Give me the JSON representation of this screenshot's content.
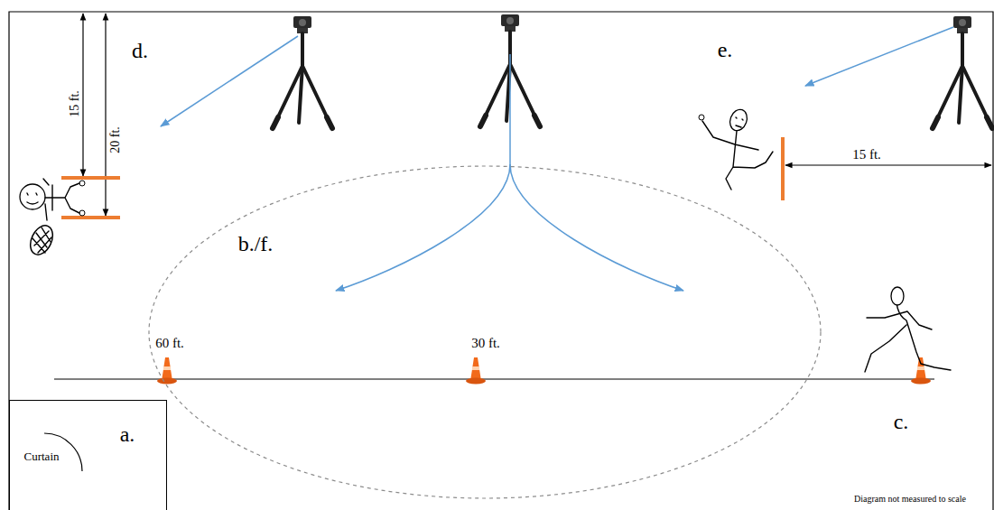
{
  "diagram": {
    "nodes": [
      {
        "text": [
          "b./f."
        ]
      },
      {
        "text": [
          "a.",
          "Curtain"
        ]
      }
    ],
    "labels": [
      "d.",
      "15 ft.",
      "20 ft.",
      "e.",
      "15 ft.",
      "60 ft.",
      "30 ft.",
      "c.",
      "Diagram not measured to scale"
    ]
  }
}
